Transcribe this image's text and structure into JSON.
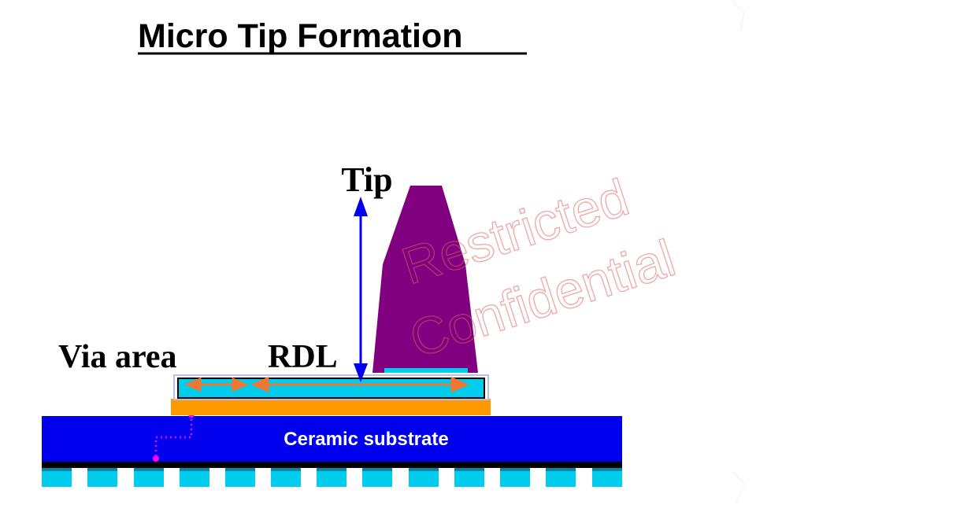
{
  "title": "Micro Tip Formation",
  "labels": {
    "tip": "Tip",
    "via_area": "Via area",
    "rdl": "RDL",
    "substrate": "Ceramic substrate"
  },
  "watermark": {
    "line1": "Restricted",
    "line2": "Confidential"
  },
  "colors": {
    "title": "#000000",
    "substrate": "#0000ee",
    "substrate_text": "#ffffff",
    "orange_layer": "#ff9900",
    "rdl_fill": "#00ccee",
    "tip_fill": "#800080",
    "arrow_blue": "#0000ee",
    "arrow_orange": "#ee7733",
    "via_dots": "#ff00ff",
    "pad_black": "#000000",
    "pad_cyan": "#00ccee",
    "watermark": "#f2a5a5",
    "outline_lavender": "#bbbbee"
  },
  "icons": {
    "tip_arrow": "double-headed-arrow",
    "rdl_arrows": "double-headed-arrows",
    "via_path": "dotted-connection"
  }
}
